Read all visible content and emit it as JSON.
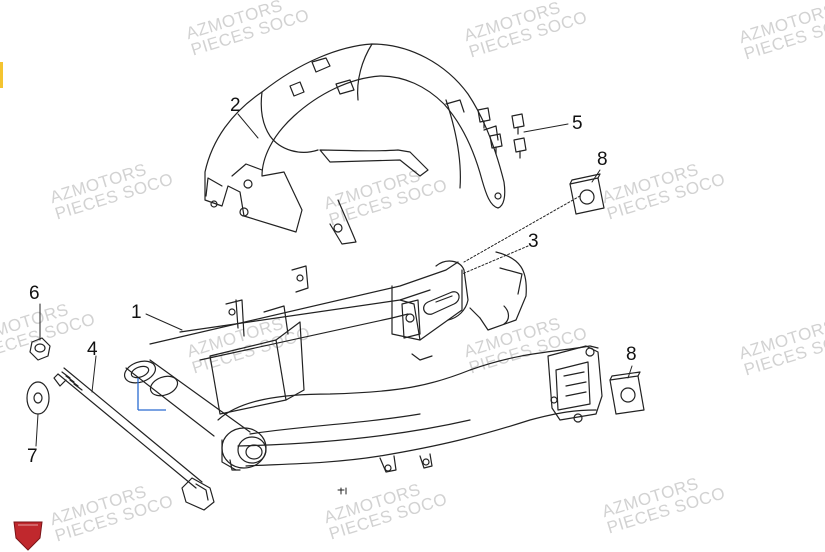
{
  "watermark": {
    "line1": "AZMOTORS",
    "line2": "PIECES SOCO"
  },
  "callouts": {
    "part1": "1",
    "part2": "2",
    "part3": "3",
    "part4": "4",
    "part5": "5",
    "part6": "6",
    "part7": "7",
    "part8_top": "8",
    "part8_bottom": "8"
  },
  "logo": {
    "text": "AZMOTORS"
  },
  "colors": {
    "line": "#222222",
    "watermark": "#d2d2d2",
    "accent_mark": "#f4c430",
    "logo_red": "#c0282d",
    "axis_blue": "#2a6bd1"
  }
}
